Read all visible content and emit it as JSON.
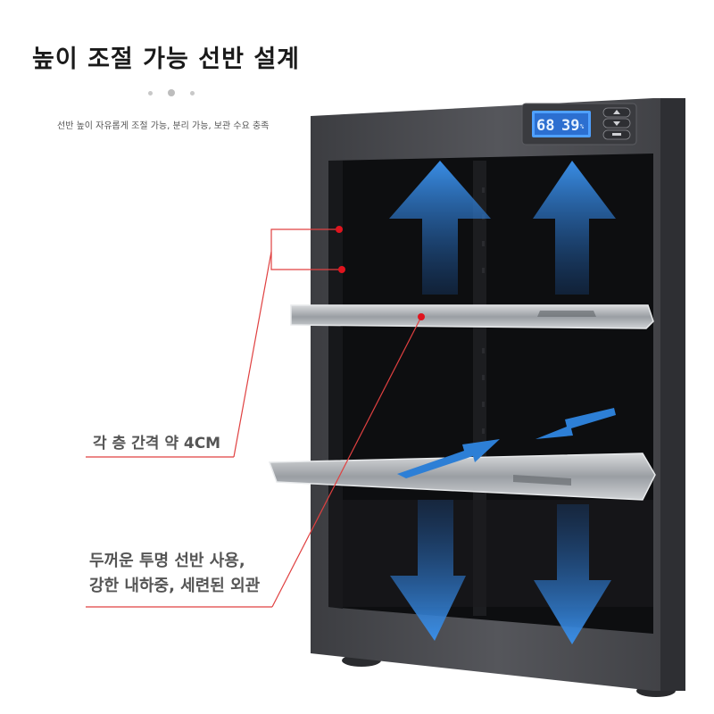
{
  "title": "높이 조절 가능 선반 설계",
  "subtitle": "선반 높이 자유롭게 조절 가능, 분리 가능, 보관 수요 충족",
  "carousel": {
    "dot_count": 3,
    "active_index": 1
  },
  "display": {
    "temperature": "68",
    "humidity": "39",
    "unit": "%"
  },
  "callouts": {
    "spacing": "각 층 간격 약 4CM",
    "shelf_line1": "두꺼운 투명 선반 사용,",
    "shelf_line2": "강한 내하중, 세련된 외관"
  },
  "colors": {
    "cabinet": "#4a4b4f",
    "interior": "#0d0e10",
    "arrow": "#2d7fd6",
    "callout_line": "#e04040",
    "callout_dot": "#e0141e"
  }
}
